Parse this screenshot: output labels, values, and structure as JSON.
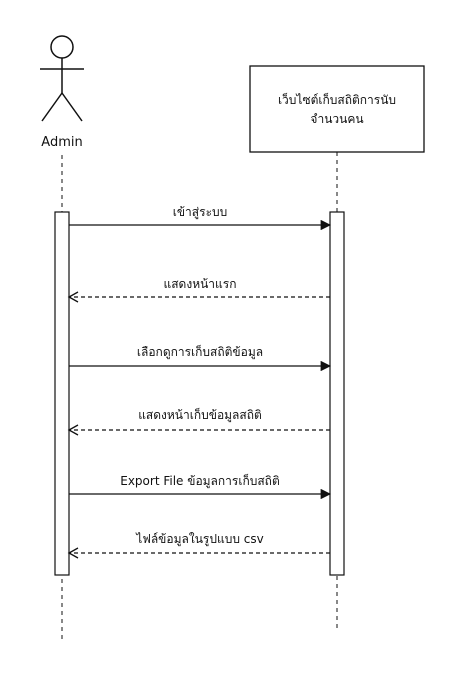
{
  "actor": {
    "label": "Admin"
  },
  "system": {
    "label_line1": "เว็บไซต์เก็บสถิติการนับ",
    "label_line2": "จำนวนคน"
  },
  "messages": [
    {
      "label": "เข้าสู่ระบบ",
      "direction": "request"
    },
    {
      "label": "แสดงหน้าแรก",
      "direction": "response"
    },
    {
      "label": "เลือกดูการเก็บสถิติข้อมูล",
      "direction": "request"
    },
    {
      "label": "แสดงหน้าเก็บข้อมูลสถิติ",
      "direction": "response"
    },
    {
      "label": "Export File ข้อมูลการเก็บสถิติ",
      "direction": "request"
    },
    {
      "label": "ไฟล์ข้อมูลในรูปแบบ csv",
      "direction": "response"
    }
  ]
}
